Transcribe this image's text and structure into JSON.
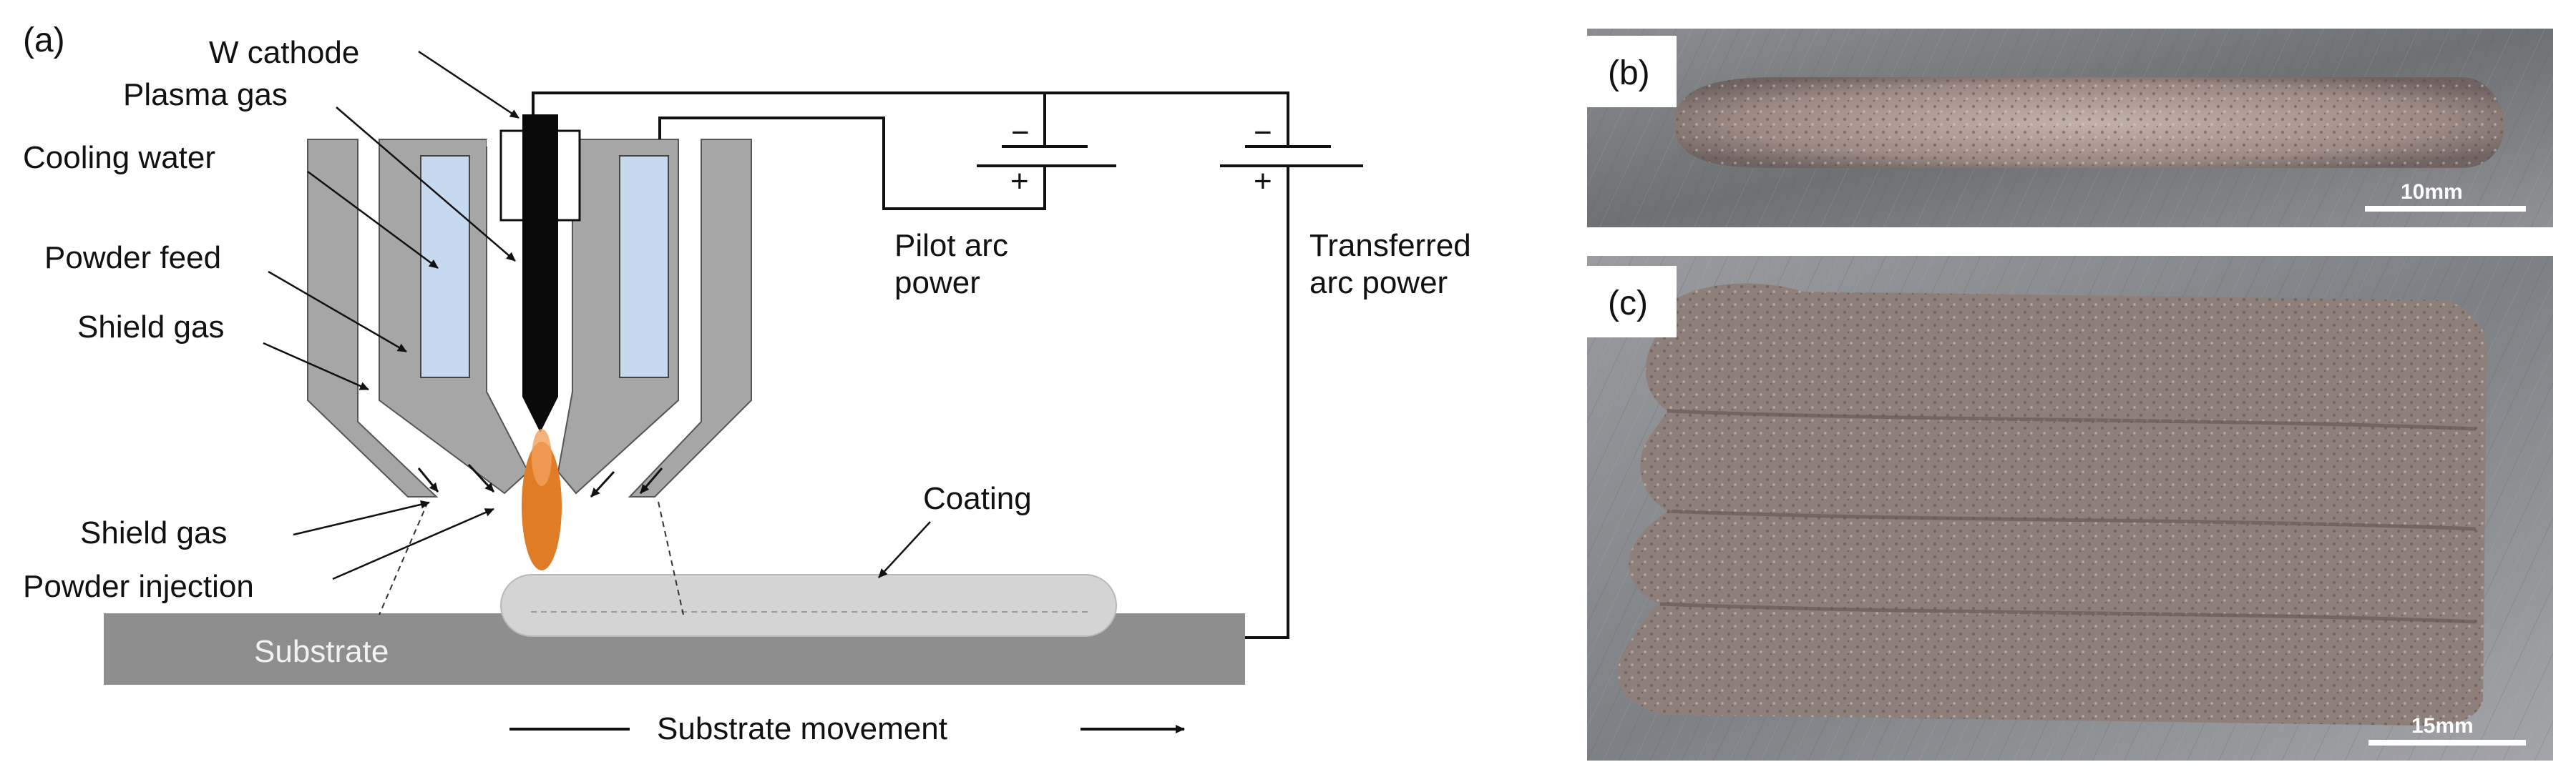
{
  "panels": {
    "a": "(a)",
    "b": "(b)",
    "c": "(c)"
  },
  "labels": {
    "w_cathode": "W cathode",
    "plasma_gas": "Plasma gas",
    "cooling_water": "Cooling water",
    "powder_feed": "Powder feed",
    "shield_gas_top": "Shield gas",
    "shield_gas_bottom": "Shield gas",
    "powder_injection": "Powder injection",
    "substrate": "Substrate",
    "coating": "Coating",
    "substrate_movement": "Substrate movement",
    "pilot_line1": "Pilot arc",
    "pilot_line2": "power",
    "transferred_line1": "Transferred",
    "transferred_line2": "arc power",
    "minus": "−",
    "plus": "+"
  },
  "scale_bars": {
    "b": "10mm",
    "c": "15mm"
  },
  "colors": {
    "torch_grey": "#a6a6a6",
    "torch_dark": "#8c8c8c",
    "cooling_blue": "#c5d9ef",
    "cathode": "#0a0a0a",
    "arc_orange": "#e07b26",
    "substrate": "#8e8e8e",
    "coating": "#d4d4d4",
    "photo_metal": "#7c7f82"
  }
}
